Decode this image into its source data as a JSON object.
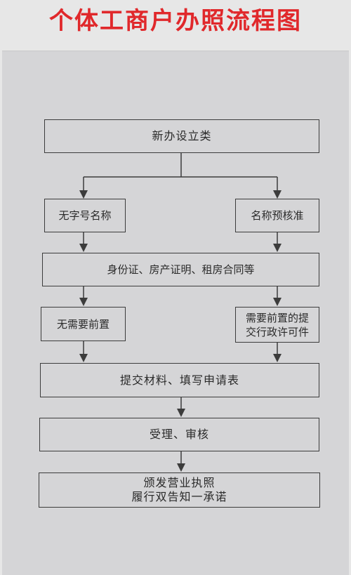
{
  "title": "个体工商户办照流程图",
  "nodes": {
    "new_setup": "新办设立类",
    "no_name_brand": "无字号名称",
    "name_precheck": "名称预核准",
    "documents": "身份证、房产证明、租房合同等",
    "no_prerequisite": "无需要前置",
    "prerequisite_line1": "需要前置的提",
    "prerequisite_line2": "交行政许可件",
    "submit": "提交材料、填写申请表",
    "review": "受理、审核",
    "issue_line1": "颁发营业执照",
    "issue_line2": "履行双告知一承诺"
  },
  "colors": {
    "title": "#e0282b",
    "line": "#3c3c3c",
    "panel": "#d5d5d7"
  }
}
